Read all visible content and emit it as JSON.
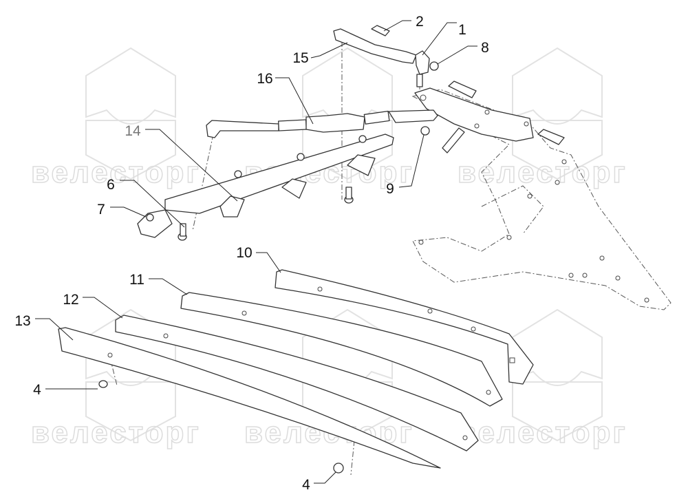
{
  "watermark": {
    "text": "велесторг"
  },
  "callouts": {
    "c1": "1",
    "c2": "2",
    "c4a": "4",
    "c4b": "4",
    "c6": "6",
    "c7": "7",
    "c8": "8",
    "c9": "9",
    "c10": "10",
    "c11": "11",
    "c12": "12",
    "c13": "13",
    "c14": "14",
    "c15": "15",
    "c16": "16"
  },
  "colors": {
    "line": "#333333",
    "watermark": "#dcdcdc",
    "label14": "#777777"
  }
}
